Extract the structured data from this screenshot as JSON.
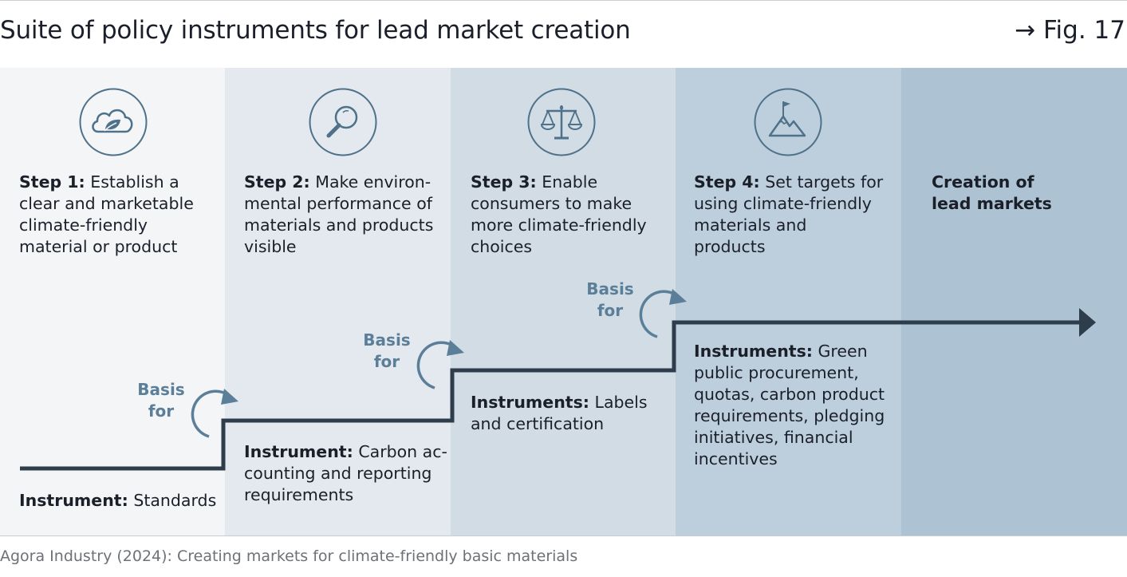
{
  "title": "Suite of policy instruments for lead market creation",
  "fig_label": "→ Fig. 17",
  "source": "Agora Industry (2024): Creating markets for climate-friendly basic materials",
  "steps": [
    {
      "icon": "cloud-leaf-icon",
      "label": "Step 1:",
      "text_lines": [
        " Establish a",
        "clear and marketable",
        "climate-friendly",
        "material or product"
      ],
      "instrument_label": "Instrument:",
      "instrument_lines": [
        " Standards"
      ]
    },
    {
      "icon": "magnifier-icon",
      "label": "Step 2:",
      "text_lines": [
        " Make environ-",
        "mental performance of",
        "materials and products",
        "visible"
      ],
      "instrument_label": "Instrument:",
      "instrument_lines": [
        " Carbon ac-",
        "counting and reporting",
        "requirements"
      ]
    },
    {
      "icon": "scales-icon",
      "label": "Step 3:",
      "text_lines": [
        " Enable",
        "consumers to make",
        "more climate-friendly",
        "choices"
      ],
      "instrument_label": "Instruments:",
      "instrument_lines": [
        " Labels",
        "and certification"
      ]
    },
    {
      "icon": "mountain-flag-icon",
      "label": "Step 4:",
      "text_lines": [
        " Set targets for",
        "using climate-friendly",
        "materials and",
        "products"
      ],
      "instrument_label": "Instruments:",
      "instrument_lines": [
        " Green",
        "public procurement,",
        "quotas, carbon product",
        "requirements, pledging",
        "initiatives, financial",
        "incentives"
      ]
    }
  ],
  "final": {
    "lines": [
      "Creation of",
      "lead markets"
    ]
  },
  "basis_for": {
    "line1": "Basis",
    "line2": "for"
  },
  "colors": {
    "line": "#2e3d4c",
    "accent": "#5c7f99",
    "icon": "#4f7189"
  }
}
